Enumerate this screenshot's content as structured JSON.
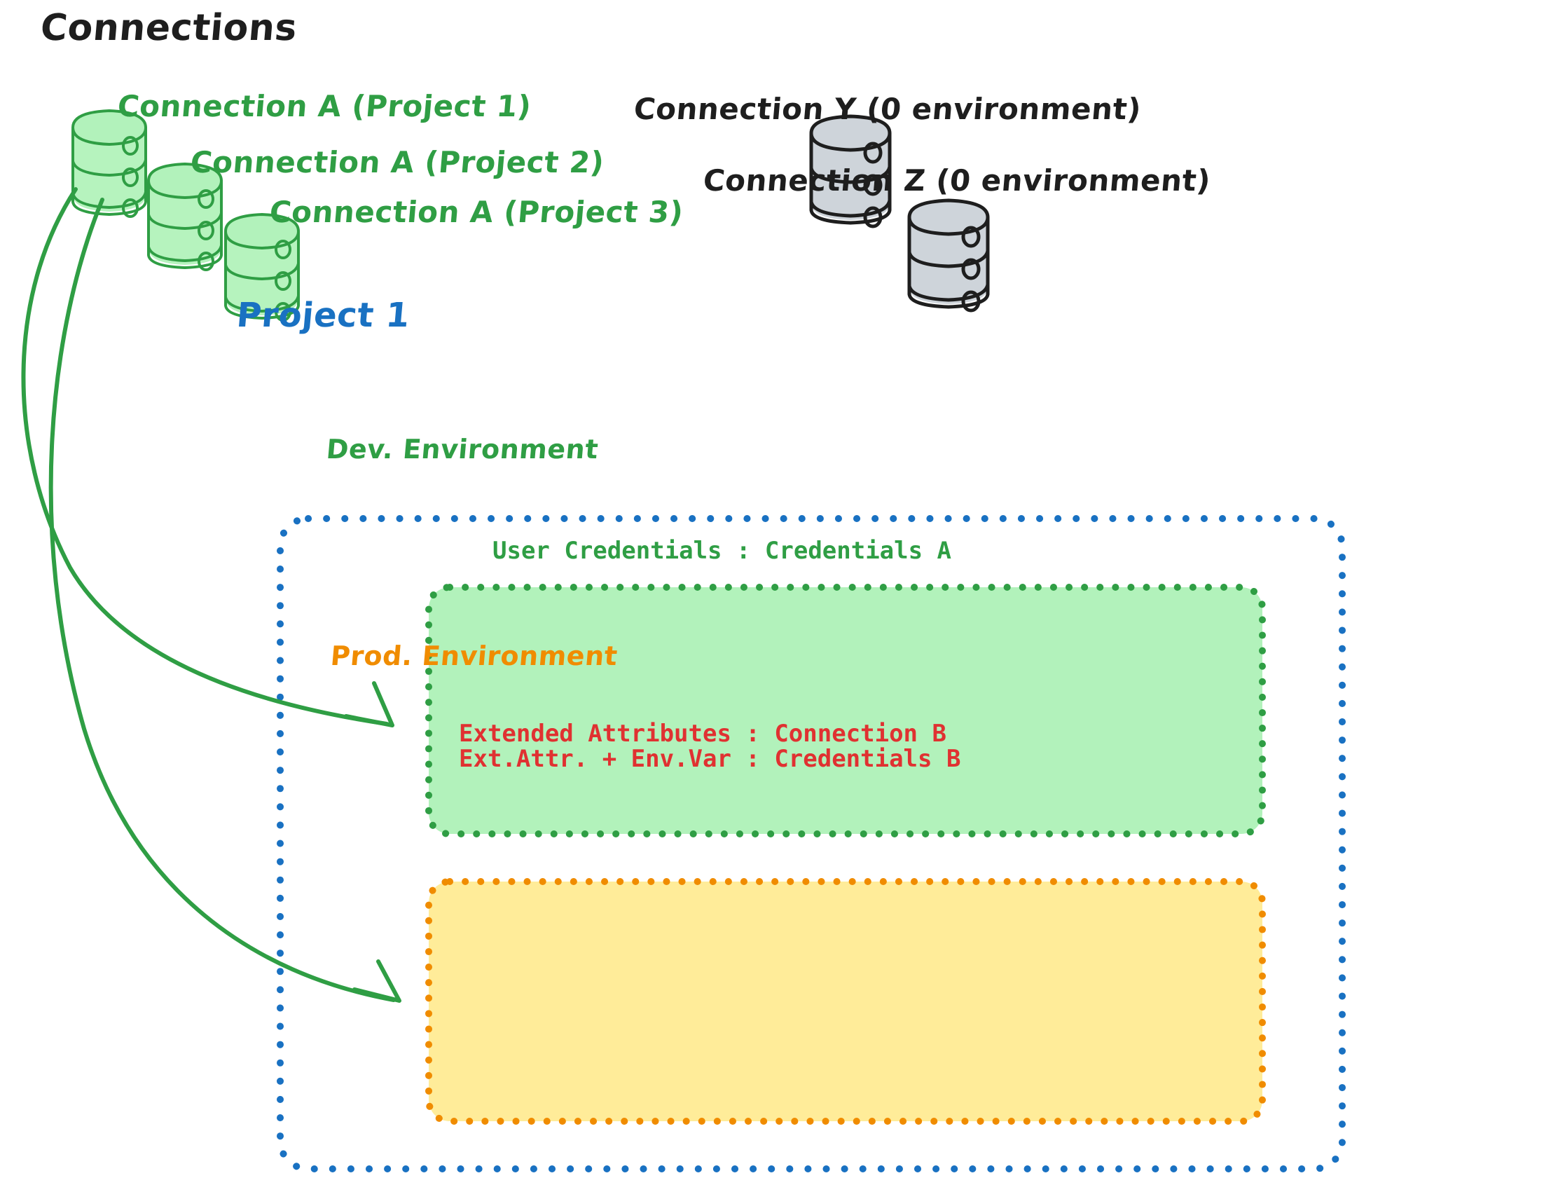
{
  "diagram": {
    "title": "Connections",
    "colors": {
      "green_stroke": "#2f9e44",
      "green_fill": "#b2f2bb",
      "gray_stroke": "#1e1e1e",
      "gray_fill": "#ced4da",
      "blue": "#1971c2",
      "orange": "#f08c00",
      "orange_fill": "#ffec99",
      "red": "#e03131",
      "black": "#1e1e1e"
    },
    "connections_green": [
      {
        "icon": "database-icon",
        "label": "Connection A (Project 1)"
      },
      {
        "icon": "database-icon",
        "label": "Connection A (Project 2)"
      },
      {
        "icon": "database-icon",
        "label": "Connection A (Project 3)"
      }
    ],
    "connections_gray": [
      {
        "icon": "database-icon",
        "label": "Connection Y (0 environment)"
      },
      {
        "icon": "database-icon",
        "label": "Connection Z (0 environment)"
      }
    ],
    "project": {
      "title": "Project 1",
      "environments": [
        {
          "name": "Dev. Environment",
          "accent": "#2f9e44",
          "fill": "#b2f2bb",
          "entries": [
            "User Credentials : Credentials A"
          ]
        },
        {
          "name": "Prod. Environment",
          "accent": "#f08c00",
          "fill": "#ffec99",
          "entries": [
            "Extended Attributes : Connection B",
            "Ext.Attr. + Env.Var : Credentials B"
          ]
        }
      ]
    },
    "arrows": [
      {
        "from": "Connection A (Project 1)",
        "to": "Dev. Environment"
      },
      {
        "from": "Connection A (Project 1)",
        "to": "Prod. Environment"
      }
    ]
  }
}
